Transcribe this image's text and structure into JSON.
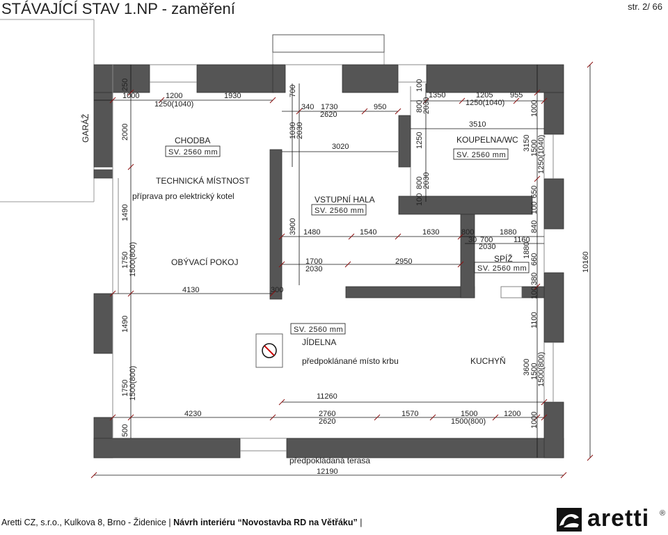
{
  "header": {
    "title": "STÁVAJÍCÍ STAV 1.NP - zaměření",
    "page": "str. 2/ 66"
  },
  "rooms": {
    "garaz": "GARÁŽ",
    "chodba": "CHODBA",
    "chodba_sv": "SV. 2560 mm",
    "technicka": "TECHNICKÁ MÍSTNOST",
    "technicka_note": "příprava pro elektrický kotel",
    "obyvaci": "OBÝVACÍ POKOJ",
    "vstupni": "VSTUPNÍ HALA",
    "vstupni_sv": "SV. 2560 mm",
    "koupelna": "KOUPELNA/WC",
    "koupelna_sv": "SV. 2560 mm",
    "spiz": "SPÍŽ",
    "spiz_sv": "SV. 2560 mm",
    "jidelna_sv": "SV. 2560 mm",
    "jidelna": "JÍDELNA",
    "krb": "předpoklánané místo krbu",
    "kuchyn": "KUCHYŇ",
    "terasa": "předpokládaná terasa"
  },
  "dims": {
    "d1000a": "1000",
    "d1200a": "1200",
    "d1250_1040a": "1250(1040)",
    "d1930": "1930",
    "d340": "340",
    "d1730": "1730",
    "d2620a": "2620",
    "d950": "950",
    "d3020": "3020",
    "d1350": "1350",
    "d1205": "1205",
    "d955": "955",
    "d1250_1040b": "1250(1040)",
    "d3510": "3510",
    "d250": "250",
    "d2000": "2000",
    "d1490a": "1490",
    "d1750a": "1750",
    "d1500_800a": "1500(800)",
    "d1490b": "1490",
    "d1750b": "1750",
    "d1500_800b": "1500(800)",
    "d500": "500",
    "d700v": "700",
    "d1030": "1030",
    "d2030v1": "2030",
    "d3900": "3900",
    "d100a": "100",
    "d800a": "800",
    "d2030v2": "2030",
    "d1250v": "1250",
    "d100b": "100",
    "d800b": "800",
    "d2030v3": "2030",
    "d1000r": "1000",
    "d3150": "3150",
    "d1500r": "1500",
    "d1250_1040r": "1250(1040)",
    "d650": "650",
    "d100c": "100",
    "d840": "840",
    "d1880v": "1880",
    "d660": "660",
    "d380": "380",
    "d100d": "100",
    "d1100": "1100",
    "d3600": "3600",
    "d1500r2": "1500",
    "d1500_800r": "1500(800)",
    "d1000r2": "1000",
    "d10160": "10160",
    "d1480": "1480",
    "d1540": "1540",
    "d1630": "1630",
    "d800h": "800",
    "d1880h": "1880",
    "d30": "30",
    "d700h": "700",
    "d1160": "1160",
    "d2030h1": "2030",
    "d1700": "1700",
    "d2030h2": "2030",
    "d2950": "2950",
    "d4130": "4130",
    "d300": "300",
    "d11260": "11260",
    "d4230": "4230",
    "d2760": "2760",
    "d2620b": "2620",
    "d1570": "1570",
    "d1500b": "1500",
    "d1500_800c": "1500(800)",
    "d1200b": "1200",
    "d12190": "12190"
  },
  "footer": {
    "company": "Aretti CZ, s.r.o.,  Kulkova 8, Brno - Židenice  |  ",
    "project": "Návrh interiéru  “Novostavba RD na Větřáku”",
    "end": "  |"
  },
  "logo": {
    "text": "aretti",
    "reg": "®"
  },
  "colors": {
    "wall": "#555555",
    "line": "#111111",
    "tick": "#8b1010"
  }
}
